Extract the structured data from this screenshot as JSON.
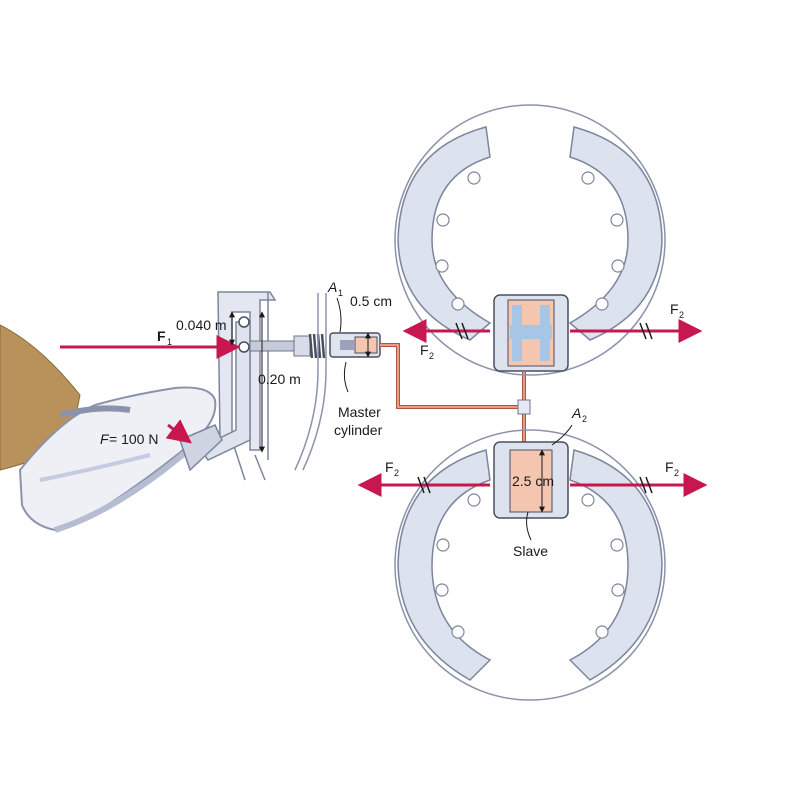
{
  "labels": {
    "f1": "F",
    "f1_sub": "1",
    "pivot_dist": "0.040 m",
    "pedal_len": "0.20 m",
    "force_f": "F",
    "force_eq": " = 100 N",
    "a1": "A",
    "a1_sub": "1",
    "master_dia": "0.5  cm",
    "master": "Master",
    "cylinder": "cylinder",
    "a2": "A",
    "a2_sub": "2",
    "slave_dia": "2.5  cm",
    "slave": "Slave",
    "f2": "F",
    "f2_sub": "2"
  },
  "colors": {
    "arrow": "#c8174f",
    "drum_fill": "#dde2ef",
    "drum_stroke": "#8a93ab",
    "piston": "#f4c6b0",
    "tube": "#d8927a",
    "pant": "#b8925a",
    "shoe": "#eef0f6"
  }
}
